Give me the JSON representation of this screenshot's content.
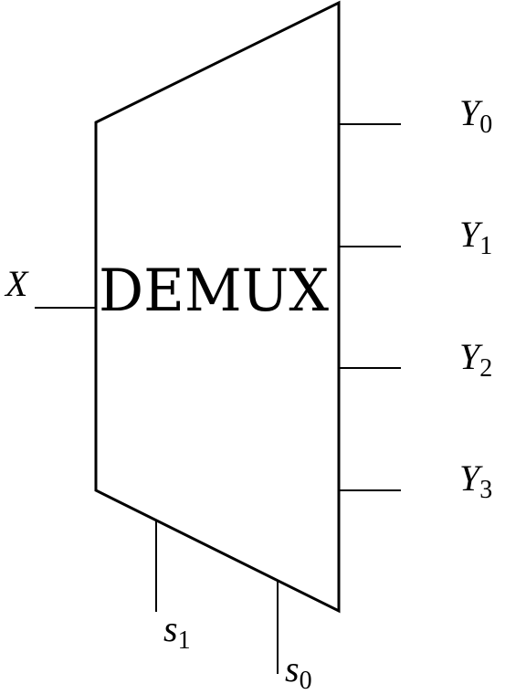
{
  "block": {
    "label": "DEMUX"
  },
  "input": {
    "symbol": "X"
  },
  "outputs": [
    {
      "symbol": "Y",
      "index": "0"
    },
    {
      "symbol": "Y",
      "index": "1"
    },
    {
      "symbol": "Y",
      "index": "2"
    },
    {
      "symbol": "Y",
      "index": "3"
    }
  ],
  "selects": [
    {
      "symbol": "s",
      "index": "1"
    },
    {
      "symbol": "s",
      "index": "0"
    }
  ],
  "colors": {
    "stroke": "#000000",
    "background": "#ffffff"
  }
}
